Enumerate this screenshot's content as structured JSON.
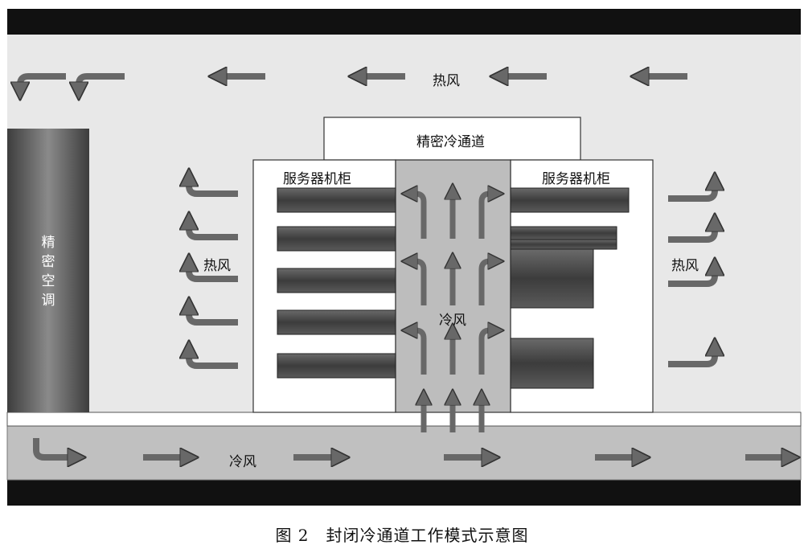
{
  "labels": {
    "hot_air_top": "热风",
    "hot_air_left": "热风",
    "hot_air_right": "热风",
    "cold_air_center": "冷风",
    "cold_air_floor": "冷风",
    "cold_aisle": "精密冷通道",
    "rack_left": "服务器机柜",
    "rack_right": "服务器机柜",
    "ac_unit": [
      "精",
      "密",
      "空",
      "调"
    ]
  },
  "caption": "图 2　封闭冷通道工作模式示意图",
  "colors": {
    "border": "#111111",
    "room": "#e8e8e8",
    "floor": "#c0c0c0",
    "cold_aisle": "#bdbdbd",
    "arrow": "#686868",
    "server": "#4d4d4d"
  }
}
